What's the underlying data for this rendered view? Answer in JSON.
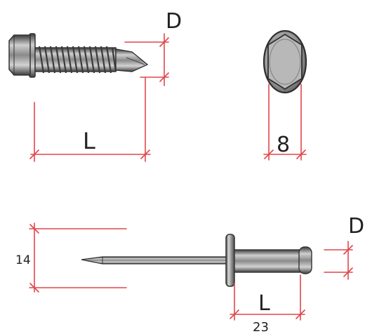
{
  "colors": {
    "dimension": "#e0464b",
    "metal_dark": "#4e4e4e",
    "metal_light": "#d8d8d8",
    "outline": "#333333",
    "text": "#222222"
  },
  "screw": {
    "label_d": "D",
    "label_l": "L"
  },
  "hex_head": {
    "label_width": "8"
  },
  "rivet": {
    "label_height": "14",
    "label_d": "D",
    "label_l": "L",
    "label_length": "23"
  }
}
